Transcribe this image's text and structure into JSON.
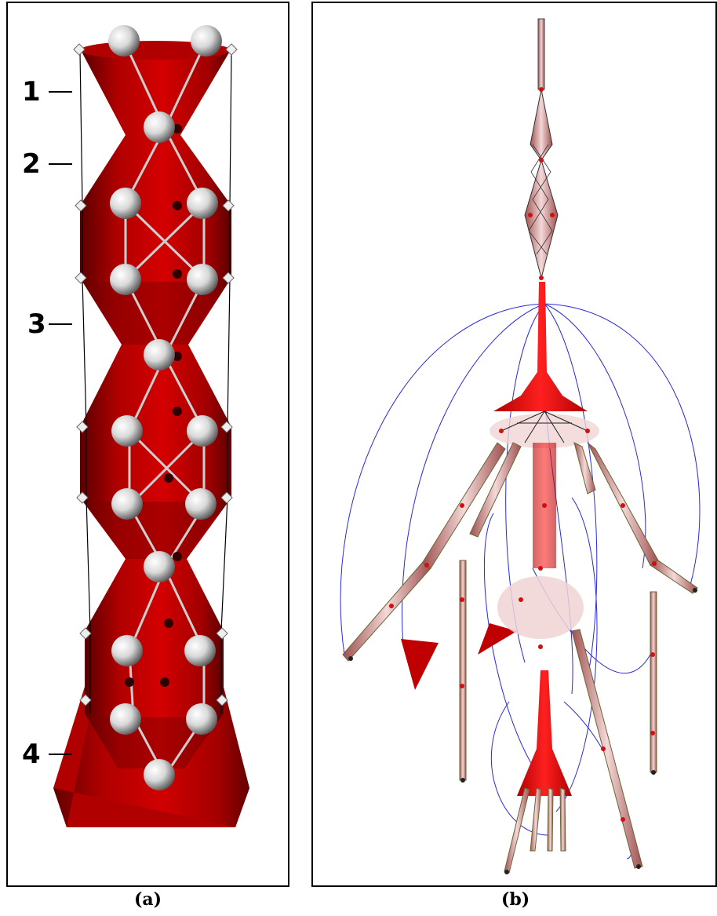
{
  "panels": {
    "a": {
      "caption": "(a)",
      "segment_labels": [
        "1",
        "2",
        "3",
        "4"
      ]
    },
    "b": {
      "caption": "(b)"
    }
  },
  "colors": {
    "body_red": "#c00000",
    "dark_red": "#6e0000",
    "node_white": "#f2f2f2",
    "link_gray": "#c8c8c8",
    "curve_blue": "#2a2ad8",
    "limb_pink": "#e8b4b4"
  }
}
